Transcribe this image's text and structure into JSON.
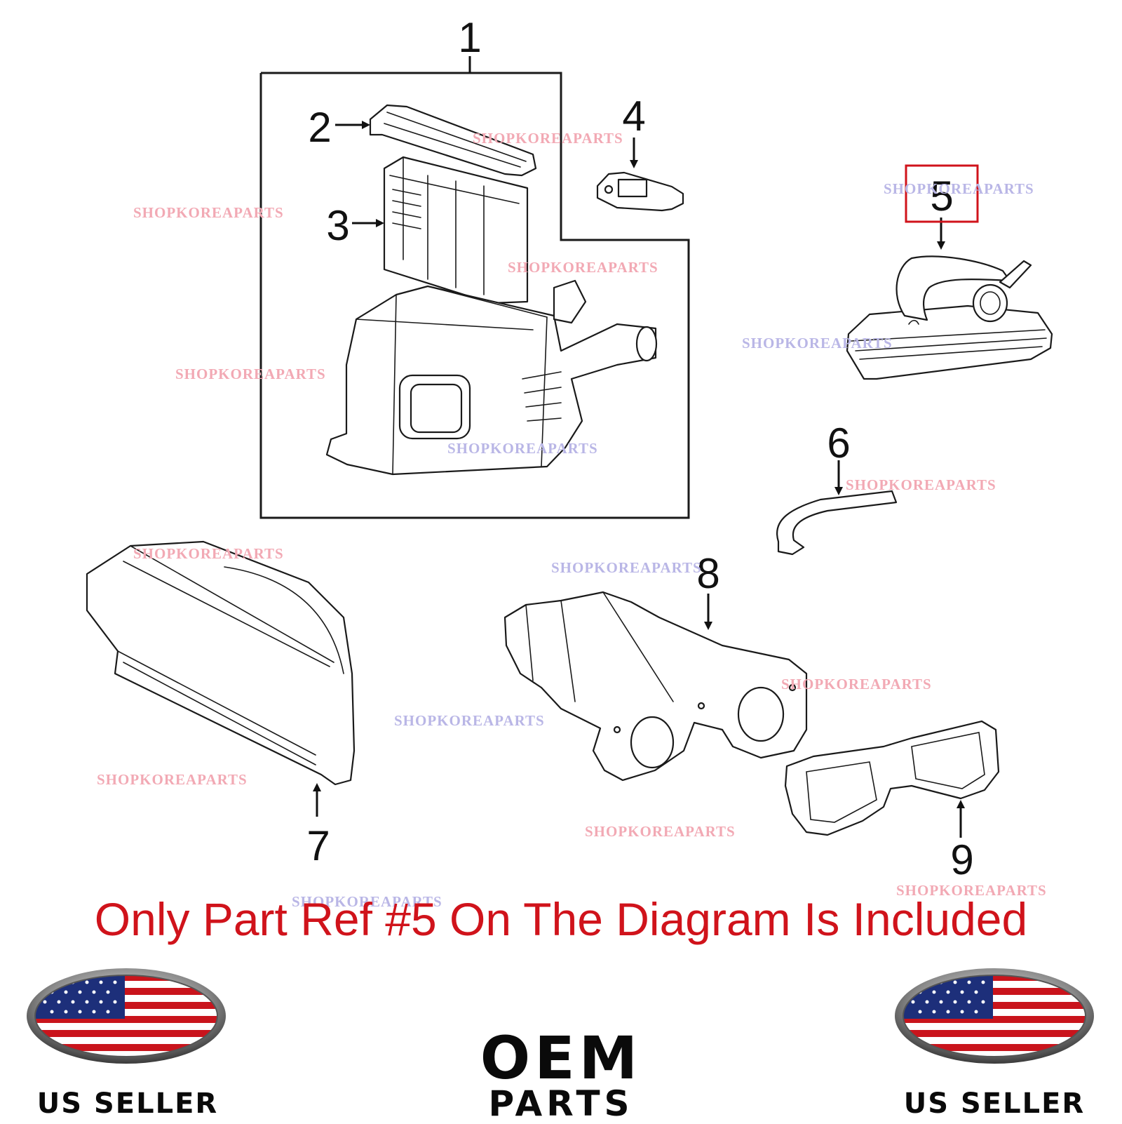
{
  "diagram": {
    "callouts": [
      "1",
      "2",
      "3",
      "4",
      "5",
      "6",
      "7",
      "8",
      "9"
    ],
    "highlighted_callout": "5",
    "highlight_color": "#d0131b",
    "watermark_text": "SHOPKOREAPARTS",
    "watermark_colors": [
      "#f2a9b4",
      "#b9b6e6"
    ]
  },
  "notice": {
    "text": "Only Part Ref #5 On The Diagram Is Included",
    "color": "#d0131b"
  },
  "badges": {
    "left_seller": "US SELLER",
    "right_seller": "US SELLER",
    "oem_word": "OEM",
    "oem_parts": "PARTS"
  }
}
